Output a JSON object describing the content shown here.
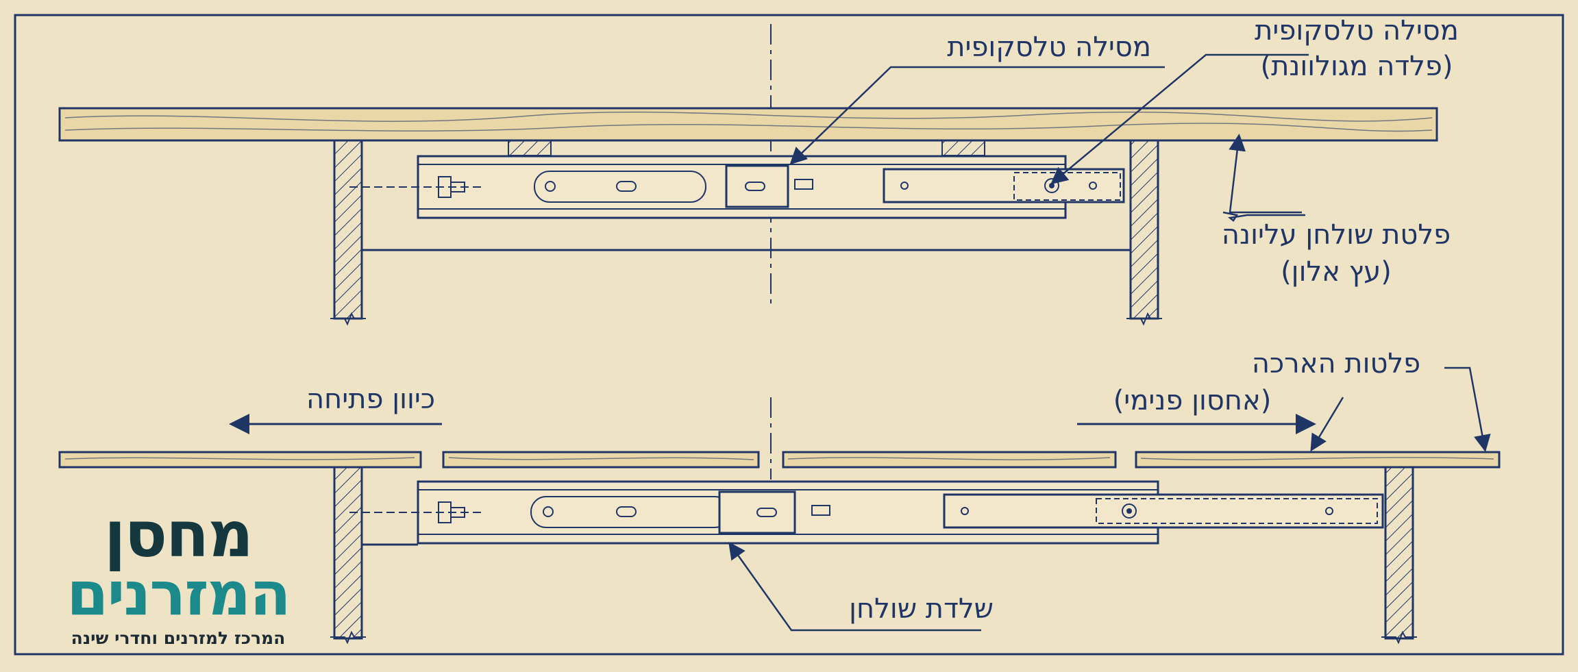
{
  "labels": {
    "rail_top_center": "מסילה טלסקופית",
    "rail_top_right_line1": "מסילה טלסקופית",
    "rail_top_right_line2": "(פלדה מגולוונת)",
    "tabletop_line1": "פלטת שולחן עליונה",
    "tabletop_line2": "(עץ אלון)",
    "extension_line1": "פלטות הארכה",
    "extension_line2": "(אחסון פנימי)",
    "open_direction": "כיוון פתיחה",
    "table_frame": "שלדת שולחן"
  },
  "logo": {
    "line1": "מחסן",
    "line2": "המזרנים",
    "tagline": "המרכז למזרנים וחדרי שינה"
  },
  "colors": {
    "paper": "#efe3c6",
    "ink": "#1f3566",
    "wood": "#ead7a8",
    "logo_dark": "#14383d",
    "logo_teal": "#1c8a8b"
  }
}
